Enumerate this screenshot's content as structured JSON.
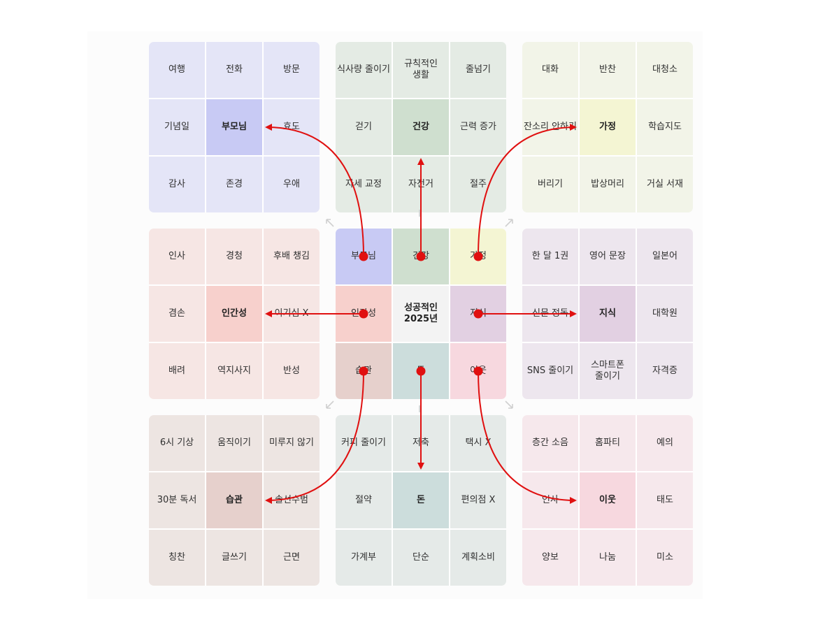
{
  "colors": {
    "arrow": "#e01010",
    "hint_arrow": "#cfcfcf"
  },
  "core": {
    "center": "성공적인\n2025년",
    "cells": [
      "부모님",
      "건강",
      "가정",
      "인간성",
      "지식",
      "습관",
      "돈",
      "이웃"
    ]
  },
  "blocks": [
    {
      "theme": "부모님",
      "cells": [
        "여행",
        "전화",
        "방문",
        "기념일",
        "효도",
        "감사",
        "존경",
        "우애"
      ]
    },
    {
      "theme": "건강",
      "cells": [
        "식사량 줄이기",
        "규칙적인\n생활",
        "줄넘기",
        "걷기",
        "근력 증가",
        "자세 교정",
        "자전거",
        "절주"
      ]
    },
    {
      "theme": "가정",
      "cells": [
        "대화",
        "반찬",
        "대청소",
        "잔소리 안하기",
        "학습지도",
        "버리기",
        "밥상머리",
        "거실 서재"
      ]
    },
    {
      "theme": "인간성",
      "cells": [
        "인사",
        "경청",
        "후배 챙김",
        "겸손",
        "이기심 X",
        "배려",
        "역지사지",
        "반성"
      ]
    },
    {
      "theme": "지식",
      "cells": [
        "한 달 1권",
        "영어 문장",
        "일본어",
        "신문 정독",
        "대학원",
        "SNS 줄이기",
        "스마트폰\n줄이기",
        "자격증"
      ]
    },
    {
      "theme": "습관",
      "cells": [
        "6시 기상",
        "움직이기",
        "미루지 않기",
        "30분 독서",
        "솔선수범",
        "칭찬",
        "글쓰기",
        "근면"
      ]
    },
    {
      "theme": "돈",
      "cells": [
        "커피 줄이기",
        "저축",
        "택시 X",
        "절약",
        "편의점 X",
        "가계부",
        "단순",
        "계획소비"
      ]
    },
    {
      "theme": "이웃",
      "cells": [
        "층간 소음",
        "홈파티",
        "예의",
        "인사",
        "태도",
        "양보",
        "나눔",
        "미소"
      ]
    }
  ]
}
